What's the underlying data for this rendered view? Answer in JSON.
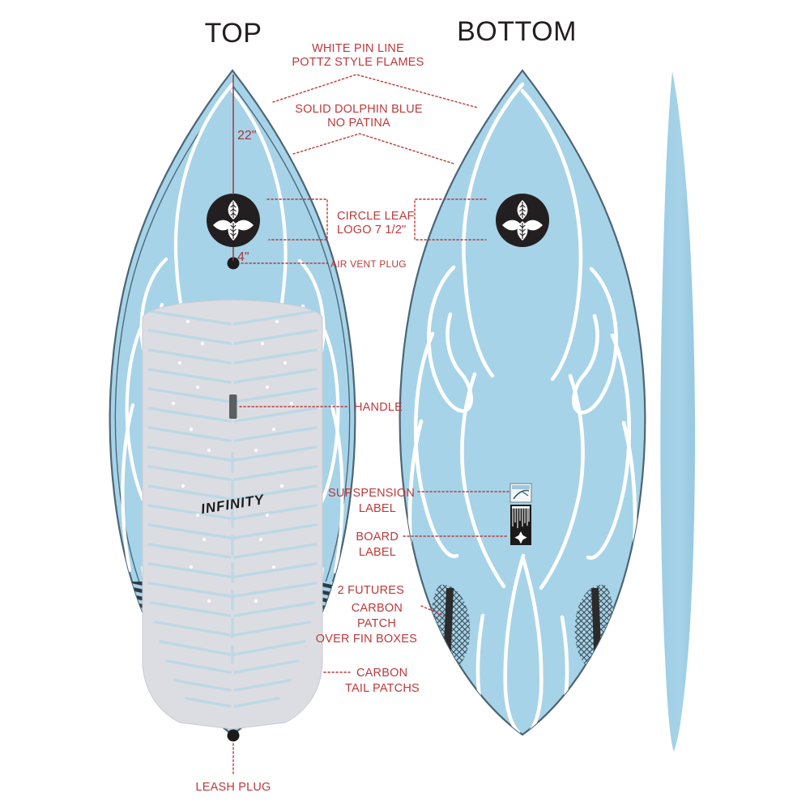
{
  "document": {
    "kind": "surfboard-spec-diagram",
    "brand": "INFINITY"
  },
  "headings": {
    "top": "TOP",
    "bottom": "BOTTOM"
  },
  "colors": {
    "board_blue": "#a6d3e8",
    "board_blue_dark": "#92c6de",
    "outline": "#4c6575",
    "pinline_white": "#ffffff",
    "deck_pad_grey": "#dcdde2",
    "deck_groove": "#bcd8e6",
    "annotation_red": "#bb3a3c",
    "dimension_red": "#a5343a",
    "logo_black": "#231f20",
    "carbon_dark": "#2e3b44",
    "heading_black": "#231f20",
    "background": "#ffffff"
  },
  "annotations": [
    {
      "id": "white-pin-line",
      "lines": [
        "WHITE PIN LINE",
        "POTTZ STYLE FLAMES"
      ]
    },
    {
      "id": "solid-dolphin-blue",
      "lines": [
        "SOLID DOLPHIN BLUE",
        "NO PATINA"
      ]
    },
    {
      "id": "circle-leaf-logo",
      "lines": [
        "CIRCLE LEAF",
        "LOGO 7 1/2\""
      ]
    },
    {
      "id": "air-vent-plug",
      "lines": [
        "AIR VENT PLUG"
      ]
    },
    {
      "id": "handle",
      "lines": [
        "HANDLE"
      ]
    },
    {
      "id": "suspension-label",
      "lines": [
        "SUPSPENSION",
        "LABEL"
      ]
    },
    {
      "id": "board-label",
      "lines": [
        "BOARD",
        "LABEL"
      ]
    },
    {
      "id": "fin-boxes",
      "lines": [
        "2 FUTURES",
        "CARBON",
        "PATCH",
        "OVER FIN BOXES"
      ]
    },
    {
      "id": "carbon-tail-patches",
      "lines": [
        "CARBON",
        "TAIL PATCHS"
      ]
    },
    {
      "id": "leash-plug",
      "lines": [
        "LEASH PLUG"
      ]
    }
  ],
  "labels": {
    "white_pin_line_1": "WHITE PIN LINE",
    "white_pin_line_2": "POTTZ STYLE FLAMES",
    "dolphin_blue_1": "SOLID DOLPHIN BLUE",
    "dolphin_blue_2": "NO PATINA",
    "circle_leaf_1": "CIRCLE LEAF",
    "circle_leaf_2": "LOGO 7 1/2\"",
    "air_vent_plug": "AIR VENT PLUG",
    "handle": "HANDLE",
    "suspension_1": "SUPSPENSION",
    "suspension_2": "LABEL",
    "board_label_1": "BOARD",
    "board_label_2": "LABEL",
    "futures": "2 FUTURES",
    "carbon_patch_1": "CARBON",
    "carbon_patch_2": "PATCH",
    "carbon_patch_3": "OVER FIN BOXES",
    "tail_patch_1": "CARBON",
    "tail_patch_2": "TAIL PATCHS",
    "leash_plug": "LEASH PLUG",
    "deck_brand": "INFINITY"
  },
  "dimensions": {
    "nose_to_logo": "22\"",
    "logo_to_vent": "4\""
  },
  "views": [
    {
      "id": "top-view",
      "title": "TOP"
    },
    {
      "id": "bottom-view",
      "title": "BOTTOM"
    },
    {
      "id": "rail-profile-view",
      "title": ""
    }
  ]
}
